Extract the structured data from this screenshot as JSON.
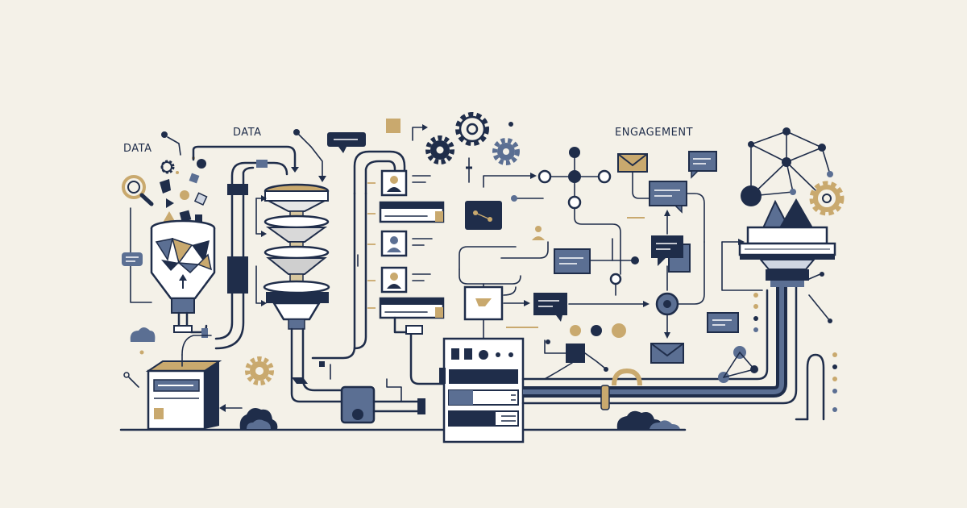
{
  "labels": {
    "data_left": "DATA",
    "data_top": "DATA",
    "engagement": "ENGAGEMENT"
  },
  "colors": {
    "background": "#f4f1e8",
    "navy": "#1f2d4a",
    "slate": "#5b6f93",
    "gold": "#c9a96e",
    "paper": "#ffffff"
  }
}
